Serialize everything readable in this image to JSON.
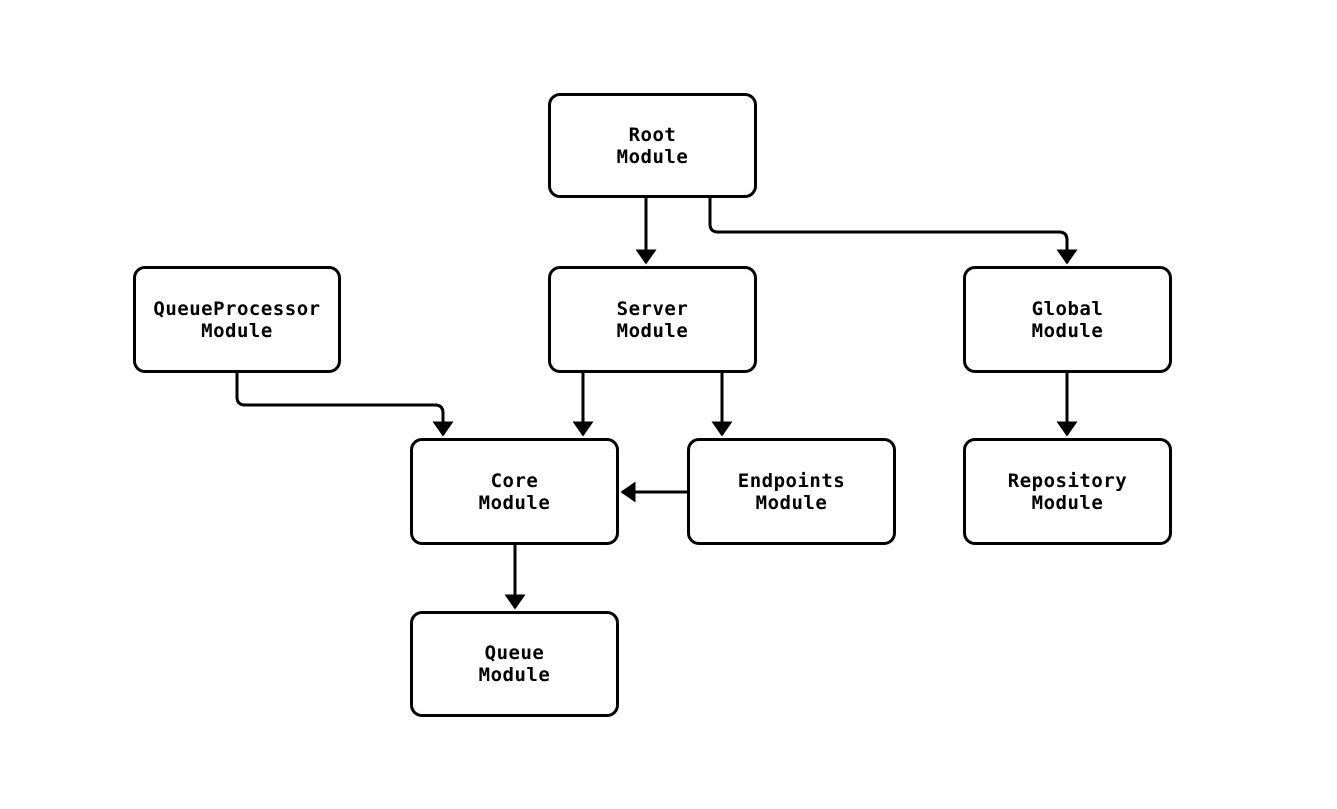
{
  "diagram": {
    "kind": "module-dependency-flowchart",
    "background_color": "#ffffff",
    "node_fill_color": "#ffffff",
    "stroke_color": "#000000",
    "nodes": [
      {
        "id": "root",
        "label": "Root\nModule"
      },
      {
        "id": "queue-processor",
        "label": "QueueProcessor\nModule"
      },
      {
        "id": "server",
        "label": "Server\nModule"
      },
      {
        "id": "global",
        "label": "Global\nModule"
      },
      {
        "id": "core",
        "label": "Core\nModule"
      },
      {
        "id": "endpoints",
        "label": "Endpoints\nModule"
      },
      {
        "id": "repository",
        "label": "Repository\nModule"
      },
      {
        "id": "queue",
        "label": "Queue\nModule"
      }
    ],
    "edges": [
      {
        "from": "root",
        "to": "server"
      },
      {
        "from": "root",
        "to": "global"
      },
      {
        "from": "queue-processor",
        "to": "core"
      },
      {
        "from": "server",
        "to": "core"
      },
      {
        "from": "server",
        "to": "endpoints"
      },
      {
        "from": "endpoints",
        "to": "core"
      },
      {
        "from": "global",
        "to": "repository"
      },
      {
        "from": "core",
        "to": "queue"
      }
    ]
  }
}
